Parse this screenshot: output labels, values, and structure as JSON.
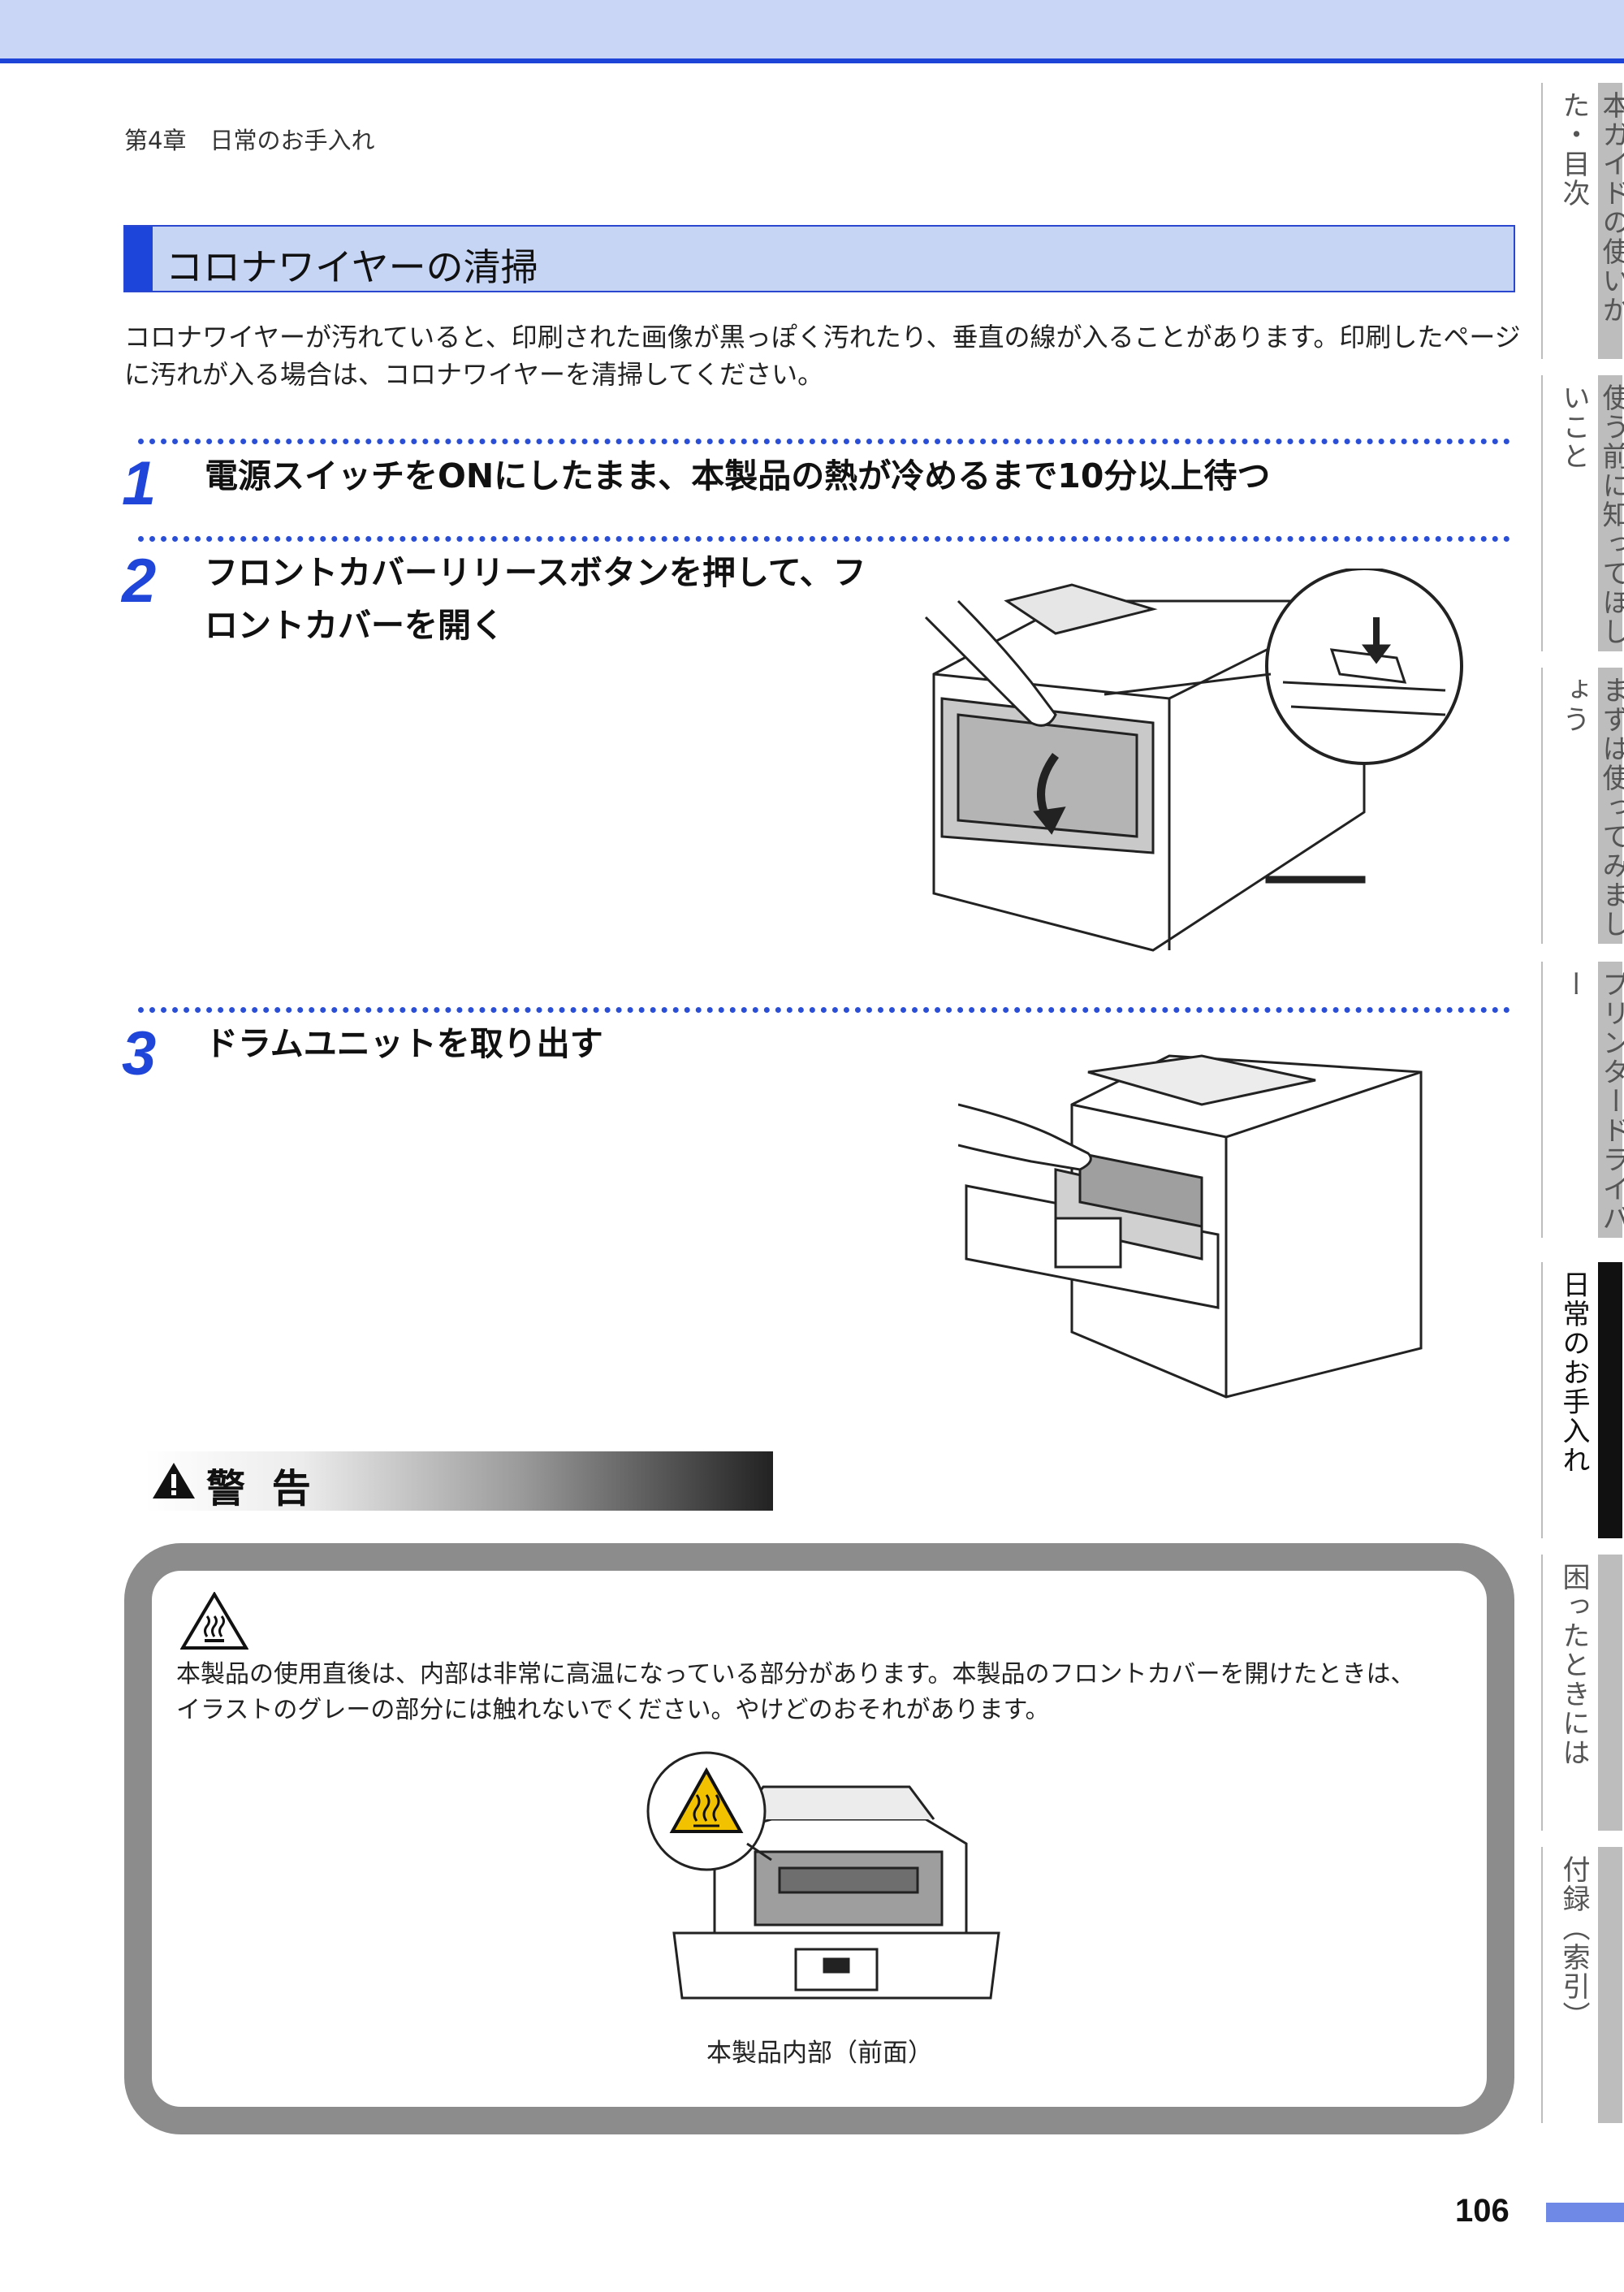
{
  "header": {
    "chapter": "第4章　日常のお手入れ"
  },
  "section": {
    "title": "コロナワイヤーの清掃"
  },
  "intro": "コロナワイヤーが汚れていると、印刷された画像が黒っぽく汚れたり、垂直の線が入ることがあります。印刷したページに汚れが入る場合は、コロナワイヤーを清掃してください。",
  "steps": [
    {
      "num": "1",
      "text": "電源スイッチをONにしたまま、本製品の熱が冷めるまで10分以上待つ"
    },
    {
      "num": "2",
      "text_line1": "フロントカバーリリースボタンを押して、フ",
      "text_line2": "ロントカバーを開く"
    },
    {
      "num": "3",
      "text": "ドラムユニットを取り出す"
    }
  ],
  "warning": {
    "heading": "警 告",
    "text_line1": "本製品の使用直後は、内部は非常に高温になっている部分があります。本製品のフロントカバーを開けたときは、",
    "text_line2": "イラストのグレーの部分には触れないでください。やけどのおそれがあります。",
    "caption": "本製品内部（前面）"
  },
  "side_tabs": [
    {
      "label": "本ガイドの使いかた・目次",
      "active": false
    },
    {
      "label": "使う前に知ってほしいこと",
      "active": false
    },
    {
      "label": "まずは使ってみましょう",
      "active": false
    },
    {
      "label": "プリンタードライバー",
      "active": false
    },
    {
      "label": "日常のお手入れ",
      "active": true
    },
    {
      "label": "困ったときには",
      "active": false
    },
    {
      "label": "付録（索引）",
      "active": false
    }
  ],
  "page_number": "106",
  "colors": {
    "accent_blue": "#1e45d9",
    "title_bg": "#c7d5f5",
    "warning_frame": "#8c8c8c",
    "hot_yellow": "#f2c200"
  }
}
